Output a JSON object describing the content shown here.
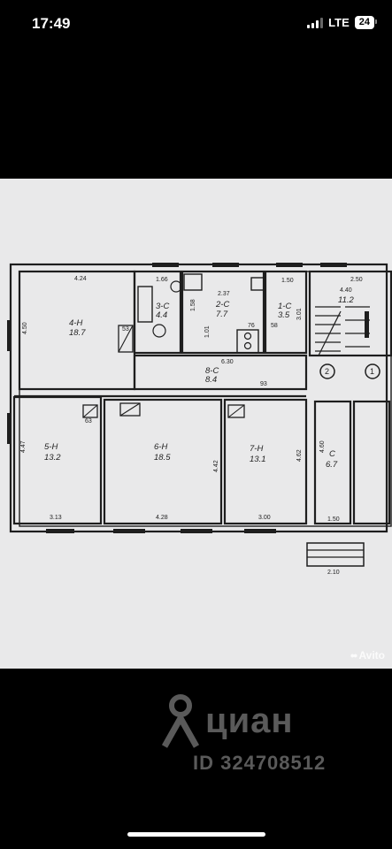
{
  "status_bar": {
    "time": "17:49",
    "network": "LTE",
    "battery": "24"
  },
  "floor_plan": {
    "rooms": [
      {
        "label": "4-Н",
        "area": "18.7"
      },
      {
        "label": "3-С",
        "area": "4.4"
      },
      {
        "label": "2-С",
        "area": "7.7"
      },
      {
        "label": "1-С",
        "area": "3.5"
      },
      {
        "label": "8-С",
        "area": "8.4"
      },
      {
        "label": "5-Н",
        "area": "13.2"
      },
      {
        "label": "6-Н",
        "area": "18.5"
      },
      {
        "label": "7-Н",
        "area": "13.1"
      },
      {
        "label": "С",
        "area": "6.7"
      },
      {
        "label": "",
        "area": "11.2"
      }
    ],
    "dimensions": [
      "4.24",
      "4.50",
      "1.66",
      "2.37",
      "1.50",
      "2.50",
      "4.40",
      "4.47",
      "4.42",
      "4.62",
      "4.60",
      "3.13",
      "4.28",
      "3.00",
      "1.50",
      "2.10",
      "6.30",
      "3.01",
      "93",
      "63",
      "53",
      "76",
      "58",
      "1.01",
      "1.58"
    ],
    "markers": [
      "1",
      "2"
    ]
  },
  "watermarks": {
    "avito": "Avito",
    "cian": "циан",
    "listing_id": "ID 324708512"
  },
  "colors": {
    "background": "#000000",
    "paper": "#e9e9ea",
    "ink": "#222222"
  }
}
